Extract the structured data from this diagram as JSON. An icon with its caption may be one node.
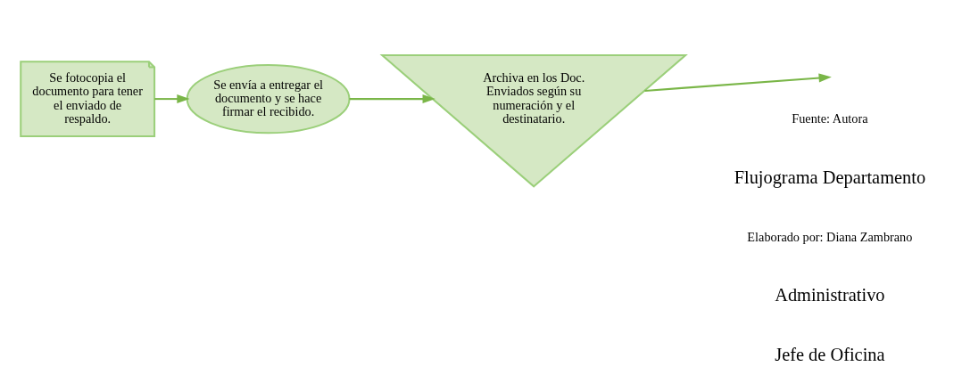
{
  "diagram": {
    "nodes": [
      {
        "text": [
          "Se fotocopia el documento para tener el enviado de respaldo."
        ]
      },
      {
        "text": [
          "Se envía a entregar el documento y se hace firmar el recibido."
        ]
      },
      {
        "text": [
          "Archiva en los Doc. Enviados según su numeración y el destinatario."
        ]
      }
    ],
    "edges": [
      {
        "from": 0,
        "to": 1,
        "arrow": "to"
      },
      {
        "from": 1,
        "to": 2,
        "arrow": "to"
      },
      {
        "from": 2,
        "to": null,
        "arrow": "to"
      }
    ],
    "labels": [
      "Fuente: Autora",
      "Flujograma Departamento",
      "Elaborado por: Diana Zambrano",
      "Administrativo",
      "Jefe de Oficina"
    ]
  }
}
